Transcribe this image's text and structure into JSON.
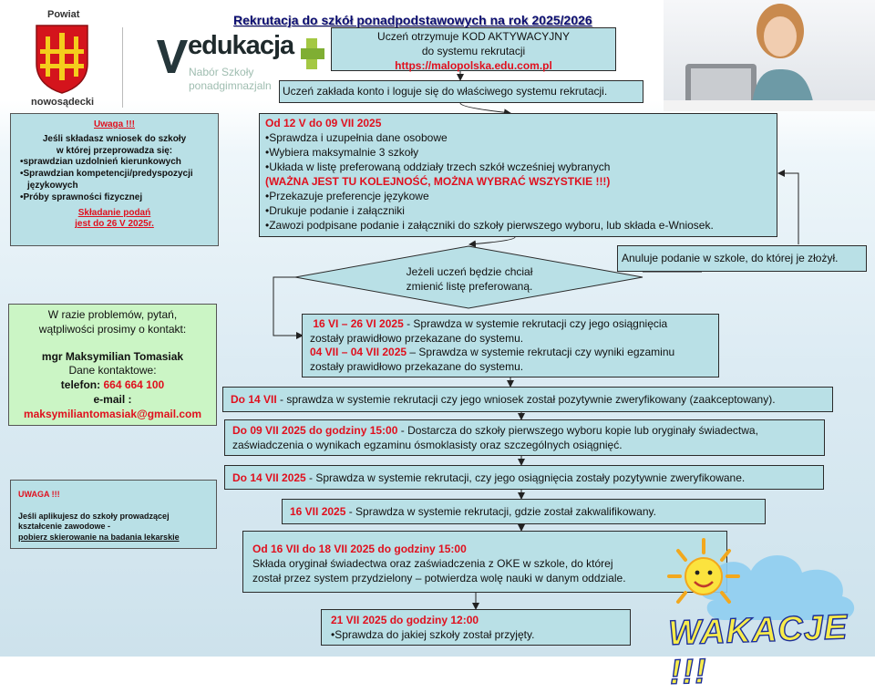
{
  "header": {
    "title": "Rekrutacja do szkół ponadpodstawowych na rok 2025/2026",
    "powiat": "Powiat",
    "nowosadecki": "nowosądecki",
    "edu_word": "edukacja",
    "edu_sub1": "Nabór Szkoły",
    "edu_sub2": "ponadgimnazjaln"
  },
  "steps": {
    "s1": {
      "line1": "Uczeń otrzymuje KOD AKTYWACYJNY",
      "line2": "do systemu rekrutacji",
      "url": "https://malopolska.edu.com.pl"
    },
    "s2": {
      "text": "Uczeń zakłada konto i loguje się do właściwego systemu rekrutacji."
    },
    "s3": {
      "head": "Od 12 V do 09 VII 2025",
      "i1": "Sprawdza i uzupełnia dane osobowe",
      "i2": "Wybiera maksymalnie 3 szkoły",
      "i3": "Układa w listę preferowaną oddziały trzech szkół wcześniej wybranych",
      "warn": "(WAŻNA JEST TU KOLEJNOŚĆ, MOŻNA WYBRAĆ WSZYSTKIE !!!)",
      "i4": "Przekazuje preferencje językowe",
      "i5": "Drukuje podanie i załączniki",
      "i6": "Zawozi podpisane podanie i załączniki do szkoły pierwszego wyboru, lub składa e-Wniosek."
    },
    "decision": {
      "line1": "Jeżeli uczeń będzie chciał",
      "line2": "zmienić listę preferowaną."
    },
    "cancel": {
      "text": "Anuluje podanie w szkole, do której je złożył."
    },
    "s4": {
      "date1": "16 VI – 26 VI 2025",
      "text1a": " - Sprawdza w systemie rekrutacji czy jego osiągnięcia",
      "text1b": "zostały prawidłowo przekazane do systemu.",
      "date2": "04 VII – 04 VII 2025",
      "text2a": " – Sprawdza w systemie rekrutacji czy wyniki egzaminu",
      "text2b": "zostały prawidłowo przekazane do systemu."
    },
    "s5": {
      "date": "Do 14 VII",
      "text": " - sprawdza w systemie rekrutacji czy jego wniosek został pozytywnie zweryfikowany (zaakceptowany)."
    },
    "s6": {
      "date": "Do 09 VII 2025 do godziny 15:00",
      "text1": " - Dostarcza do szkoły pierwszego wyboru kopie lub oryginały świadectwa,",
      "text2": "zaświadczenia o wynikach egzaminu ósmoklasisty oraz szczególnych osiągnięć."
    },
    "s7": {
      "date": "Do 14 VII 2025",
      "text": " - Sprawdza w systemie rekrutacji, czy jego osiągnięcia zostały pozytywnie zweryfikowane."
    },
    "s8": {
      "date": "16 VII 2025",
      "text": " - Sprawdza w systemie rekrutacji, gdzie został zakwalifikowany."
    },
    "s9": {
      "head": "Od 16 VII do 18 VII 2025 do godziny 15:00",
      "text1": "Składa oryginał świadectwa oraz zaświadczenia z OKE w szkole, do której",
      "text2": "został przez system przydzielony – potwierdza wolę nauki w danym oddziale."
    },
    "s10": {
      "head": "21 VII 2025 do godziny 12:00",
      "text": "Sprawdza do jakiej szkoły został przyjęty."
    }
  },
  "notes": {
    "uwaga1": {
      "title": "Uwaga !!!",
      "intro1": "Jeśli składasz wniosek do szkoły",
      "intro2": "w której przeprowadza się:",
      "b1": "sprawdzian uzdolnień kierunkowych",
      "b2a": "Sprawdzian kompetencji/predyspozycji",
      "b2b": "językowych",
      "b3": "Próby sprawności fizycznej",
      "deadline1": "Składanie podań",
      "deadline2": "jest do 26 V 2025r."
    },
    "contact": {
      "l1": "W razie problemów, pytań,",
      "l2": "wątpliwości prosimy o kontakt:",
      "name": "mgr Maksymilian Tomasiak",
      "dane": "Dane kontaktowe:",
      "phone_label": "telefon: ",
      "phone": "664 664 100",
      "email_label": "e-mail :",
      "email": "maksymiliantomasiak@gmail.com"
    },
    "uwaga2": {
      "title": "UWAGA !!!",
      "l1": "Jeśli aplikujesz do szkoły prowadzącej",
      "l2": "kształcenie zawodowe -",
      "l3": "pobierz skierowanie na badania lekarskie"
    }
  },
  "decor": {
    "wakacje": "WAKACJE !!!"
  },
  "colors": {
    "box": "#b9e0e6",
    "red": "#e0101e",
    "title": "#0c0e72",
    "contact": "#cbf5c5",
    "note": "#b9e0e6"
  }
}
